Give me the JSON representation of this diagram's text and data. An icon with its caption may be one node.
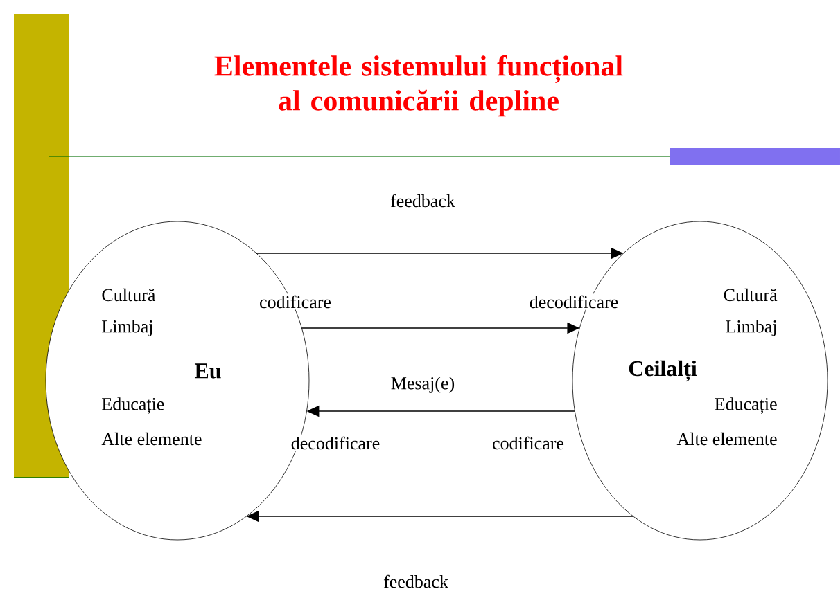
{
  "diagram": {
    "title": "Elementele sistemului funcțional al comunicării depline",
    "nodes": [
      {
        "text": [
          "Eu",
          "Cultură",
          "Limbaj",
          "Educație",
          "Alte elemente"
        ]
      },
      {
        "text": [
          "Ceilalți",
          "Cultură",
          "Limbaj",
          "Educație",
          "Alte elemente"
        ]
      }
    ],
    "edges": [
      {
        "from": 0,
        "to": 1,
        "arrow": "to",
        "label": "feedback"
      },
      {
        "from": 0,
        "to": 1,
        "arrow": "to"
      },
      {
        "from": 1,
        "to": 0,
        "arrow": "to",
        "label": "Mesaj(e)"
      },
      {
        "from": 1,
        "to": 0,
        "arrow": "to",
        "label": "feedback"
      }
    ],
    "labels": [
      "codificare",
      "decodificare",
      "decodificare",
      "codificare"
    ]
  }
}
